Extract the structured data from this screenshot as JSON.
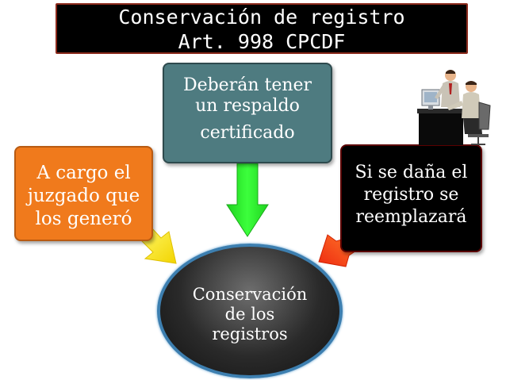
{
  "title": {
    "line1": "Conservación de registro",
    "line2": "Art. 998 CPCDF"
  },
  "nodes": {
    "top": [
      "Deberán tener",
      "un respaldo",
      "certificado"
    ],
    "left": [
      "A cargo el",
      "juzgado que",
      "los generó"
    ],
    "right": [
      "Si se daña el",
      "registro se",
      "reemplazará"
    ],
    "center": [
      "Conservación",
      "de los",
      "registros"
    ]
  },
  "colors": {
    "top_box": "#4e7b80",
    "left_box": "#f07a1c",
    "right_box": "#000000",
    "arrow_top": "#22ee22",
    "arrow_left": "#ffee22",
    "arrow_right": "#ff3a10",
    "circle_border": "#3d7fb0"
  },
  "decoration": {
    "clipart": "people-at-computer-icon"
  }
}
